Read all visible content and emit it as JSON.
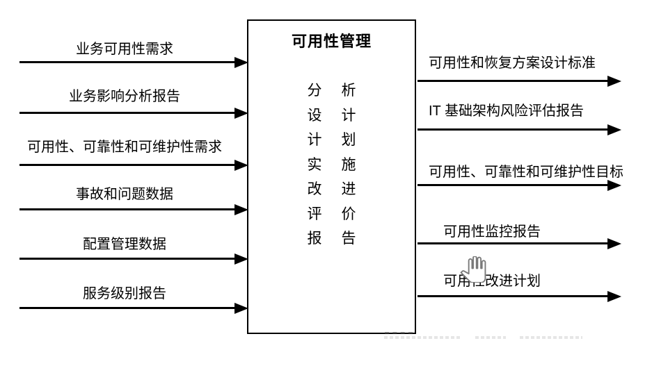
{
  "diagram": {
    "title": "可用性管理",
    "activities": [
      "分析",
      "设计",
      "计划",
      "实施",
      "改进",
      "评价",
      "报告"
    ],
    "inputs": [
      "业务可用性需求",
      "业务影响分析报告",
      "可用性、可靠性和可维护性需求",
      "事故和问题数据",
      "配置管理数据",
      "服务级别报告"
    ],
    "outputs": [
      "可用性和恢复方案设计标准",
      "IT 基础架构风险评估报告",
      "可用性、可靠性和可维护性目标",
      "可用性监控报告",
      "可用性改进计划"
    ],
    "icons": {
      "cursor": "hand-grab"
    },
    "colors": {
      "line": "#000000",
      "background": "#ffffff",
      "watermark": "#e3e3e3",
      "cursor_outline": "#7a7a7a"
    }
  }
}
